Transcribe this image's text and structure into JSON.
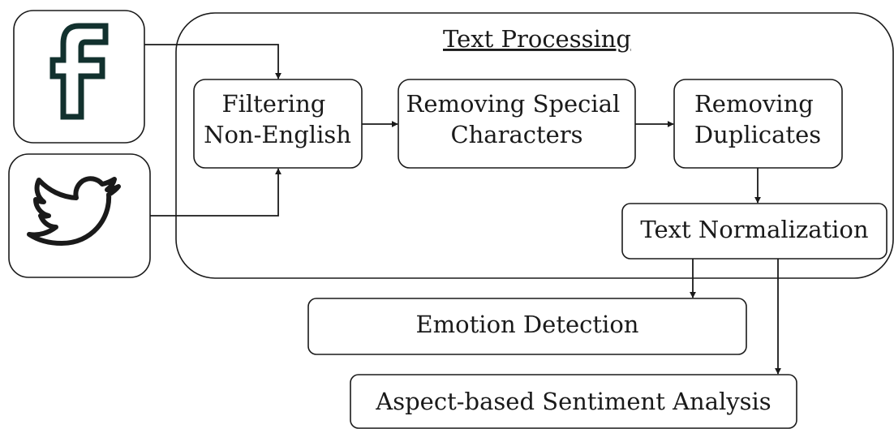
{
  "diagram": {
    "container_title": "Text Processing",
    "sources": [
      {
        "icon": "facebook-icon"
      },
      {
        "icon": "twitter-icon"
      }
    ],
    "steps": {
      "filtering": [
        "Filtering",
        "Non-English"
      ],
      "removing_special": [
        "Removing Special",
        "Characters"
      ],
      "removing_duplicates": [
        "Removing",
        "Duplicates"
      ],
      "normalization": [
        "Text Normalization"
      ],
      "emotion": [
        "Emotion Detection"
      ],
      "aspect": [
        "Aspect-based Sentiment Analysis"
      ]
    },
    "colors": {
      "stroke": "#1a1a1a",
      "facebook_icon": "#12312e",
      "background": "#ffffff"
    }
  }
}
